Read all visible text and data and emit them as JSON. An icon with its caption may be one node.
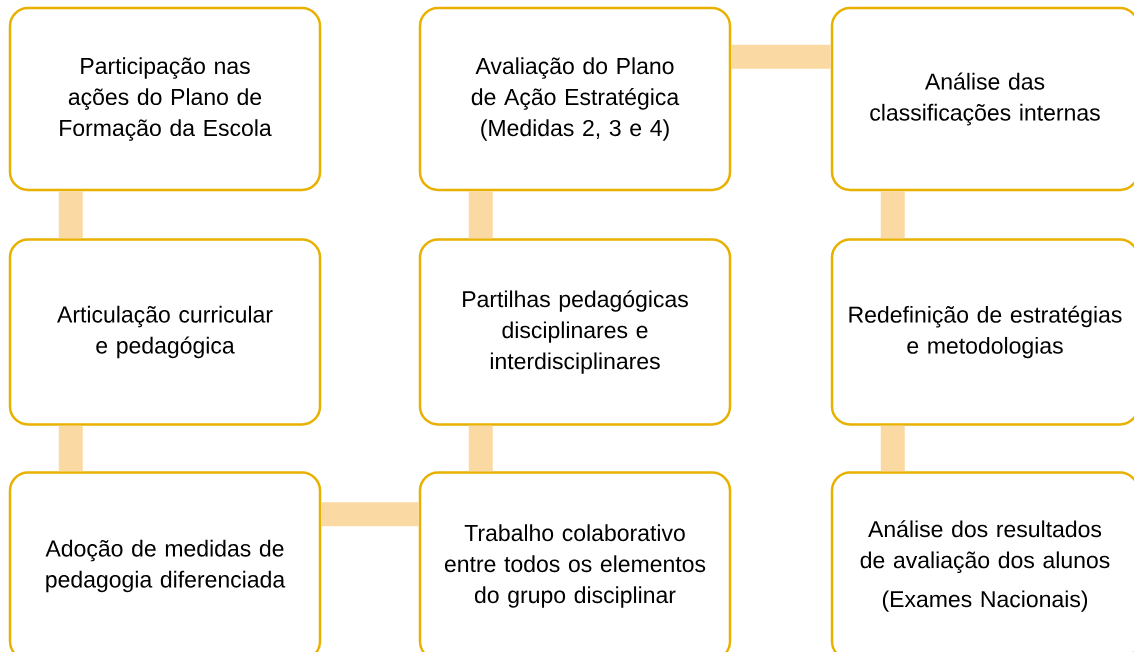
{
  "diagram": {
    "nodes": [
      {
        "text": [
          "Participação nas ações do Plano de Formação da Escola"
        ]
      },
      {
        "text": [
          "Avaliação do Plano de Ação Estratégica (Medidas 2, 3 e 4)"
        ]
      },
      {
        "text": [
          "Análise das classificações internas"
        ]
      },
      {
        "text": [
          "Articulação curricular e pedagógica"
        ]
      },
      {
        "text": [
          "Partilhas pedagógicas disciplinares e interdisciplinares"
        ]
      },
      {
        "text": [
          "Redefinição de estratégias e metodologias"
        ]
      },
      {
        "text": [
          "Adoção de medidas de pedagogia diferenciada"
        ]
      },
      {
        "text": [
          "Trabalho colaborativo entre todos os elementos do grupo disciplinar"
        ]
      },
      {
        "text": [
          "Análise dos resultados de avaliação dos alunos",
          "(Exames Nacionais)"
        ]
      }
    ],
    "edges": [
      {
        "from": 0,
        "to": 3,
        "arrow": "none"
      },
      {
        "from": 3,
        "to": 6,
        "arrow": "none"
      },
      {
        "from": 6,
        "to": 7,
        "arrow": "none"
      },
      {
        "from": 7,
        "to": 4,
        "arrow": "none"
      },
      {
        "from": 4,
        "to": 1,
        "arrow": "none"
      },
      {
        "from": 1,
        "to": 2,
        "arrow": "none"
      },
      {
        "from": 2,
        "to": 5,
        "arrow": "none"
      },
      {
        "from": 5,
        "to": 8,
        "arrow": "none"
      }
    ]
  }
}
